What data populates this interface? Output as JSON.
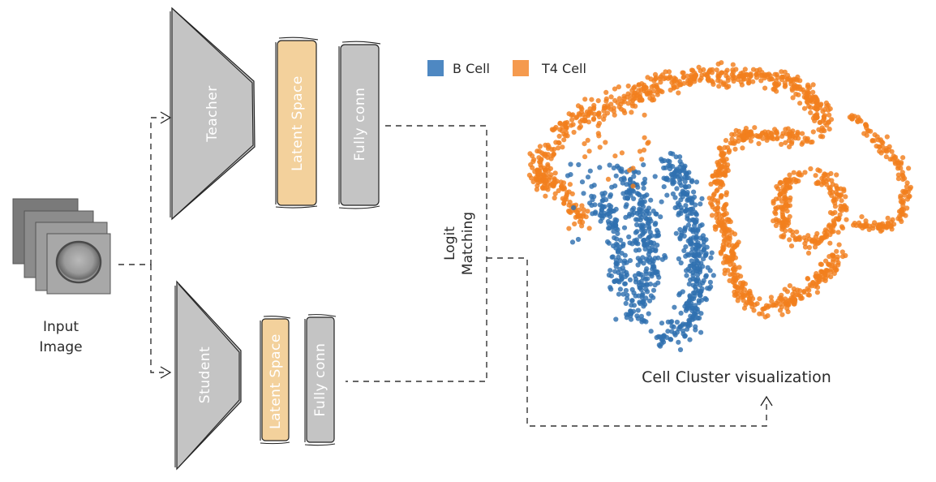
{
  "input": {
    "label_line1": "Input",
    "label_line2": "Image"
  },
  "teacher": {
    "label": "Teacher",
    "latent_label": "Latent Space",
    "fc_label": "Fully conn"
  },
  "student": {
    "label": "Student",
    "latent_label": "Latent Space",
    "fc_label": "Fully conn"
  },
  "logit": {
    "line1": "Logit",
    "line2": "Matching"
  },
  "cluster": {
    "caption": "Cell Cluster visualization"
  },
  "legend": [
    {
      "name": "B Cell",
      "color": "#4e88c2"
    },
    {
      "name": "T4 Cell",
      "color": "#f59a4e"
    }
  ],
  "colors": {
    "block_gray": "#c4c4c4",
    "latent": "#f3d19c",
    "b_cell_points": "#2f70b0",
    "t4_cell_points": "#f27f1d"
  }
}
